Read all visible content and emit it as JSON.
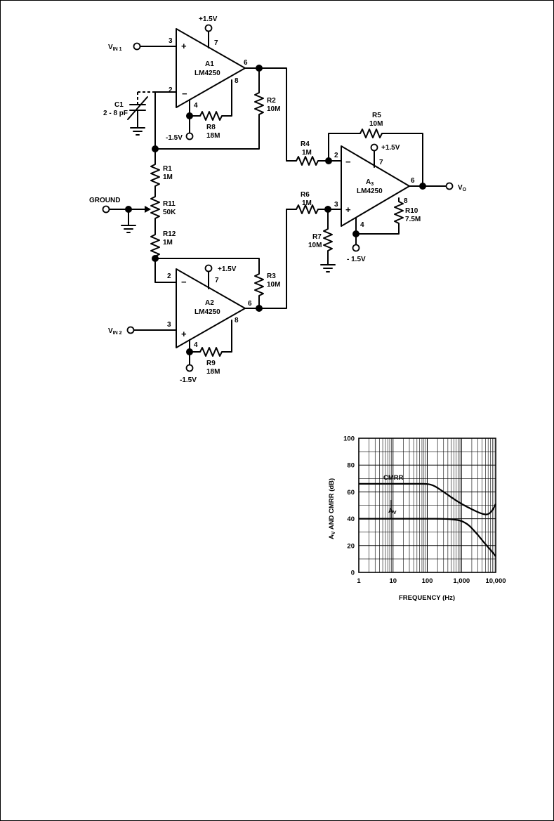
{
  "schematic": {
    "opamps": {
      "a1": {
        "name": "A1",
        "part": "LM4250"
      },
      "a2": {
        "name": "A2",
        "part": "LM4250"
      },
      "a3": {
        "name_main": "A",
        "name_sub": "3",
        "part": "LM4250"
      }
    },
    "pins": {
      "p2": "2",
      "p3": "3",
      "p4": "4",
      "p6": "6",
      "p7": "7",
      "p8": "8"
    },
    "supplies": {
      "pos_a1": "+1.5V",
      "neg_a1": "-1.5V",
      "pos_a2": "+1.5V",
      "neg_a2": "-1.5V",
      "pos_a3": "+1.5V",
      "neg_a3": "- 1.5V"
    },
    "inputs": {
      "vin1_main": "V",
      "vin1_sub": "IN",
      "vin1_num": "1",
      "vin2_main": "V",
      "vin2_sub": "IN",
      "vin2_num": "2",
      "ground": "GROUND"
    },
    "output": {
      "main": "V",
      "sub": "O"
    },
    "capacitor": {
      "name": "C1",
      "value": "2 - 8 pF"
    },
    "resistors": {
      "r1": {
        "name": "R1",
        "value": "1M"
      },
      "r2": {
        "name": "R2",
        "value": "10M"
      },
      "r3": {
        "name": "R3",
        "value": "10M"
      },
      "r4": {
        "name": "R4",
        "value": "1M"
      },
      "r5": {
        "name": "R5",
        "value": "10M"
      },
      "r6": {
        "name": "R6",
        "value": "1M"
      },
      "r7": {
        "name": "R7",
        "value": "10M"
      },
      "r8": {
        "name": "R8",
        "value": "18M"
      },
      "r9": {
        "name": "R9",
        "value": "18M"
      },
      "r10": {
        "name": "R10",
        "value": "7.5M"
      },
      "r11": {
        "name": "R11",
        "value": "50K"
      },
      "r12": {
        "name": "R12",
        "value": "1M"
      }
    }
  },
  "chart_data": {
    "type": "line",
    "x_scale": "log",
    "xlim": [
      1,
      10000
    ],
    "ylim": [
      0,
      100
    ],
    "x_ticks": [
      1,
      10,
      100,
      1000,
      10000
    ],
    "x_tick_labels": [
      "1",
      "10",
      "100",
      "1,000",
      "10,000"
    ],
    "y_ticks": [
      0,
      20,
      40,
      60,
      80,
      100
    ],
    "y_tick_labels": [
      "0",
      "20",
      "40",
      "60",
      "80",
      "100"
    ],
    "xlabel": "FREQUENCY (Hz)",
    "ylabel": "A",
    "ylabel_sub": "V",
    "ylabel_rest": " AND CMRR (dB)",
    "grid": true,
    "series": [
      {
        "name": "CMRR",
        "x": [
          1,
          10,
          50,
          100,
          150,
          200,
          300,
          500,
          1000,
          2000,
          4000,
          6000,
          8000,
          10000
        ],
        "y": [
          66,
          66,
          66,
          66,
          65,
          63,
          60,
          56,
          51,
          47,
          43.5,
          43,
          46,
          51
        ]
      },
      {
        "name": "A",
        "name_sub": "V",
        "x": [
          1,
          10,
          100,
          300,
          600,
          1000,
          1500,
          2000,
          3000,
          5000,
          7000,
          10000
        ],
        "y": [
          40,
          40,
          40,
          40,
          39.5,
          38.5,
          36,
          33,
          28,
          21,
          17,
          12
        ]
      }
    ]
  }
}
